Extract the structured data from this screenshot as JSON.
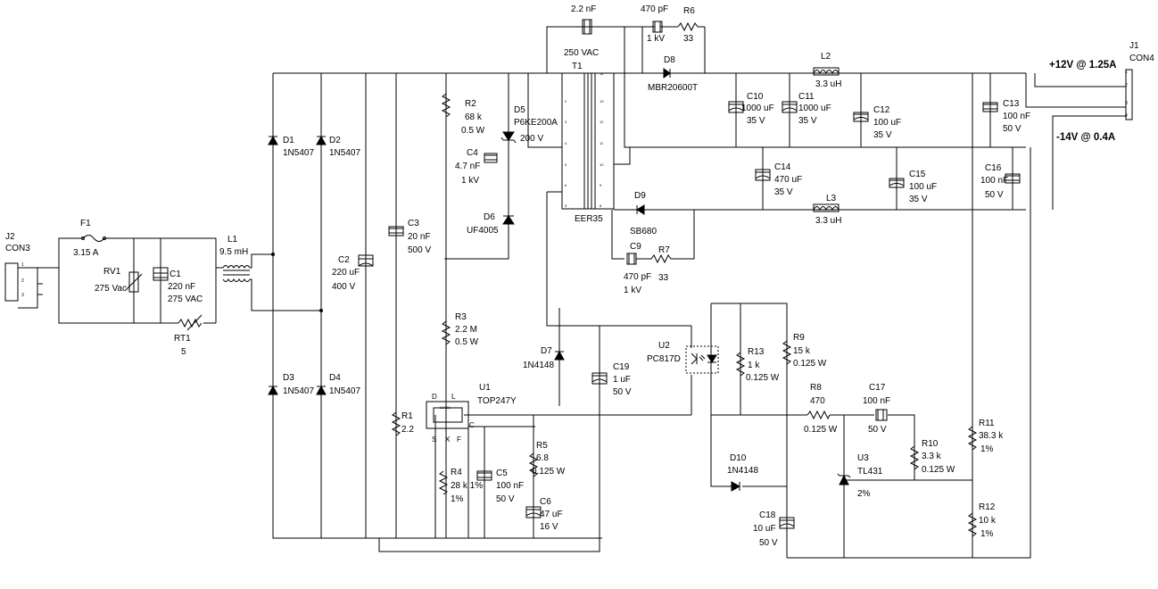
{
  "c12_top": "2.2 nF",
  "t1": {
    "ref": "T1",
    "rating": "250 VAC",
    "core": "EER35"
  },
  "d8": {
    "ref": "D8",
    "part": "MBR20600T"
  },
  "c6snub": {
    "value": "470 pF",
    "voltage": "1 kV"
  },
  "r6": {
    "ref": "R6",
    "value": "33"
  },
  "l2": {
    "ref": "L2",
    "value": "3.3 uH"
  },
  "l3": {
    "ref": "L3",
    "value": "3.3 uH"
  },
  "j1": {
    "ref": "J1",
    "part": "CON4",
    "pins": [
      "1",
      "2",
      "3",
      "4"
    ]
  },
  "j2": {
    "ref": "J2",
    "part": "CON3",
    "pins": [
      "1",
      "2",
      "3"
    ]
  },
  "out_pos": "+12V @ 1.25A",
  "out_neg": "-14V @ 0.4A",
  "f1": {
    "ref": "F1",
    "value": "3.15 A"
  },
  "rv1": {
    "ref": "RV1",
    "value": "275 Vac"
  },
  "c1": {
    "ref": "C1",
    "value": "220 nF",
    "voltage": "275 VAC"
  },
  "rt1": {
    "ref": "RT1",
    "value": "5"
  },
  "l1": {
    "ref": "L1",
    "value": "9.5 mH"
  },
  "d1": {
    "ref": "D1",
    "part": "1N5407"
  },
  "d2": {
    "ref": "D2",
    "part": "1N5407"
  },
  "d3": {
    "ref": "D3",
    "part": "1N5407"
  },
  "d4": {
    "ref": "D4",
    "part": "1N5407"
  },
  "c2": {
    "ref": "C2",
    "value": "220 uF",
    "voltage": "400 V"
  },
  "c3": {
    "ref": "C3",
    "value": "20 nF",
    "voltage": "500 V"
  },
  "r1": {
    "ref": "R1",
    "value": "2.2"
  },
  "r2": {
    "ref": "R2",
    "value": "68 k",
    "power": "0.5 W"
  },
  "c4": {
    "ref": "C4",
    "value": "4.7 nF",
    "voltage": "1 kV"
  },
  "d5": {
    "ref": "D5",
    "part": "P6KE200A",
    "voltage": "200 V"
  },
  "d6": {
    "ref": "D6",
    "part": "UF4005"
  },
  "r3": {
    "ref": "R3",
    "value": "2.2 M",
    "power": "0.5 W"
  },
  "u1": {
    "ref": "U1",
    "part": "TOP247Y",
    "pins": [
      "D",
      "L",
      "S",
      "X",
      "F",
      "C"
    ],
    "chip": "LEVEL"
  },
  "r4": {
    "ref": "R4",
    "value": "28 k 1%",
    "tol": "1%"
  },
  "c5": {
    "ref": "C5",
    "value": "100 nF",
    "voltage": "50 V"
  },
  "r5": {
    "ref": "R5",
    "value": "6.8",
    "power": "0.125 W"
  },
  "c6": {
    "ref": "C6",
    "value": "47 uF",
    "voltage": "16 V"
  },
  "d7": {
    "ref": "D7",
    "part": "1N4148"
  },
  "c19": {
    "ref": "C19",
    "value": "1 uF",
    "voltage": "50 V"
  },
  "u2": {
    "ref": "U2",
    "part": "PC817D"
  },
  "d9": {
    "ref": "D9",
    "part": "SB680"
  },
  "c9": {
    "ref": "C9",
    "value": "470 pF",
    "voltage": "1 kV"
  },
  "r7": {
    "ref": "R7",
    "value": "33"
  },
  "c10": {
    "ref": "C10",
    "value": "1000 uF",
    "voltage": "35 V"
  },
  "c11": {
    "ref": "C11",
    "value": "1000 uF",
    "voltage": "35 V"
  },
  "c12": {
    "ref": "C12",
    "value": "100 uF",
    "voltage": "35 V"
  },
  "c13": {
    "ref": "C13",
    "value": "100 nF",
    "voltage": "50 V"
  },
  "c14": {
    "ref": "C14",
    "value": "470 uF",
    "voltage": "35 V"
  },
  "c15": {
    "ref": "C15",
    "value": "100 uF",
    "voltage": "35 V"
  },
  "c16": {
    "ref": "C16",
    "value": "100 nF",
    "voltage": "50 V"
  },
  "r13": {
    "ref": "R13",
    "value": "1 k",
    "power": "0.125 W"
  },
  "r9": {
    "ref": "R9",
    "value": "15 k",
    "power": "0.125 W"
  },
  "r8": {
    "ref": "R8",
    "value": "470",
    "power": "0.125 W"
  },
  "c17": {
    "ref": "C17",
    "value": "100 nF",
    "voltage": "50 V"
  },
  "r10": {
    "ref": "R10",
    "value": "3.3 k",
    "power": "0.125 W"
  },
  "u3": {
    "ref": "U3",
    "part": "TL431",
    "tol": "2%"
  },
  "d10": {
    "ref": "D10",
    "part": "1N4148"
  },
  "c18": {
    "ref": "C18",
    "value": "10 uF",
    "voltage": "50 V"
  },
  "r11": {
    "ref": "R11",
    "value": "38.3 k",
    "tol": "1%"
  },
  "r12": {
    "ref": "R12",
    "value": "10 k",
    "tol": "1%"
  },
  "t1_pins": [
    "1",
    "2",
    "3",
    "4",
    "5",
    "6",
    "7",
    "8",
    "9",
    "10",
    "11",
    "12",
    "13",
    "14"
  ]
}
